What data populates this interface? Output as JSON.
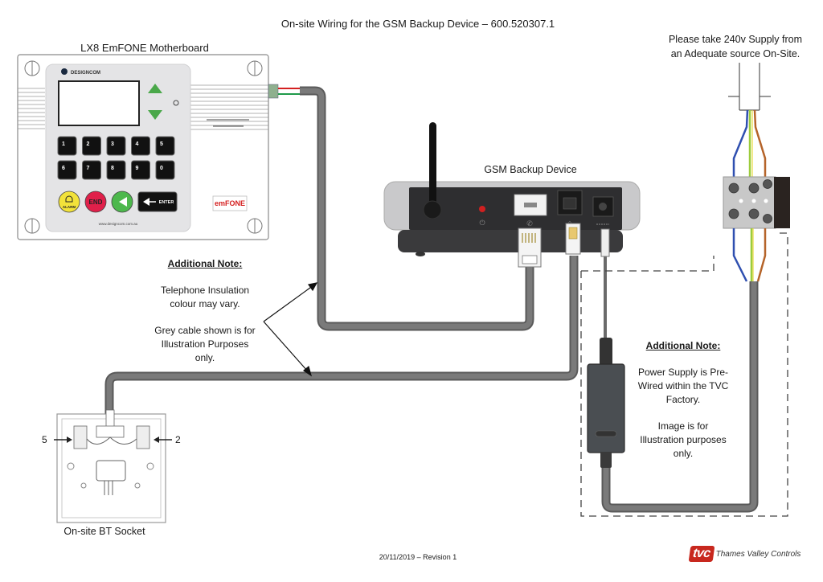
{
  "title": "On-site Wiring for the GSM Backup Device – 600.520307.1",
  "motherboard": {
    "label": "LX8 EmFONE Motherboard",
    "brand": "DESIGNCOM",
    "keys": [
      "1",
      "2",
      "3",
      "4",
      "5",
      "6",
      "7",
      "8",
      "9",
      "0"
    ],
    "alarm_label": "ALARM",
    "end_label": "END",
    "enter_label": "ENTER",
    "website": "www.designcom.com.au",
    "emfone_logo": "emFONE"
  },
  "gsm_device": {
    "label": "GSM Backup Device",
    "ports": [
      "phone-port",
      "line-port",
      "power-port"
    ],
    "icons": [
      "power-icon",
      "phone-icon",
      "home-icon",
      "dc-icon"
    ]
  },
  "supply_note": {
    "line1": "Please take 240v Supply from",
    "line2": "an Adequate source On-Site."
  },
  "note_telephone": {
    "heading": "Additional Note:",
    "line1": "Telephone Insulation",
    "line2": "colour may vary.",
    "line3": "Grey cable shown is for",
    "line4": "Illustration Purposes",
    "line5": "only."
  },
  "note_power": {
    "heading": "Additional Note:",
    "line1": "Power Supply is Pre-",
    "line2": "Wired within the TVC",
    "line3": "Factory.",
    "line4": "Image is for",
    "line5": "Illustration purposes",
    "line6": "only."
  },
  "bt_socket": {
    "label": "On-site BT Socket",
    "left_terminal": "5",
    "right_terminal": "2"
  },
  "wire_colors": {
    "cable": "#6e6e6e",
    "live": "#b5642a",
    "neutral": "#2f4fb0",
    "earth_green": "#9ccc3c",
    "earth_yellow": "#e8d840",
    "pair_red": "#d42020",
    "pair_green": "#1f9a4a"
  },
  "footer": {
    "date_revision": "20/11/2019 – Revision 1",
    "company_logo": "tvc",
    "company_name": "Thames Valley Controls"
  }
}
